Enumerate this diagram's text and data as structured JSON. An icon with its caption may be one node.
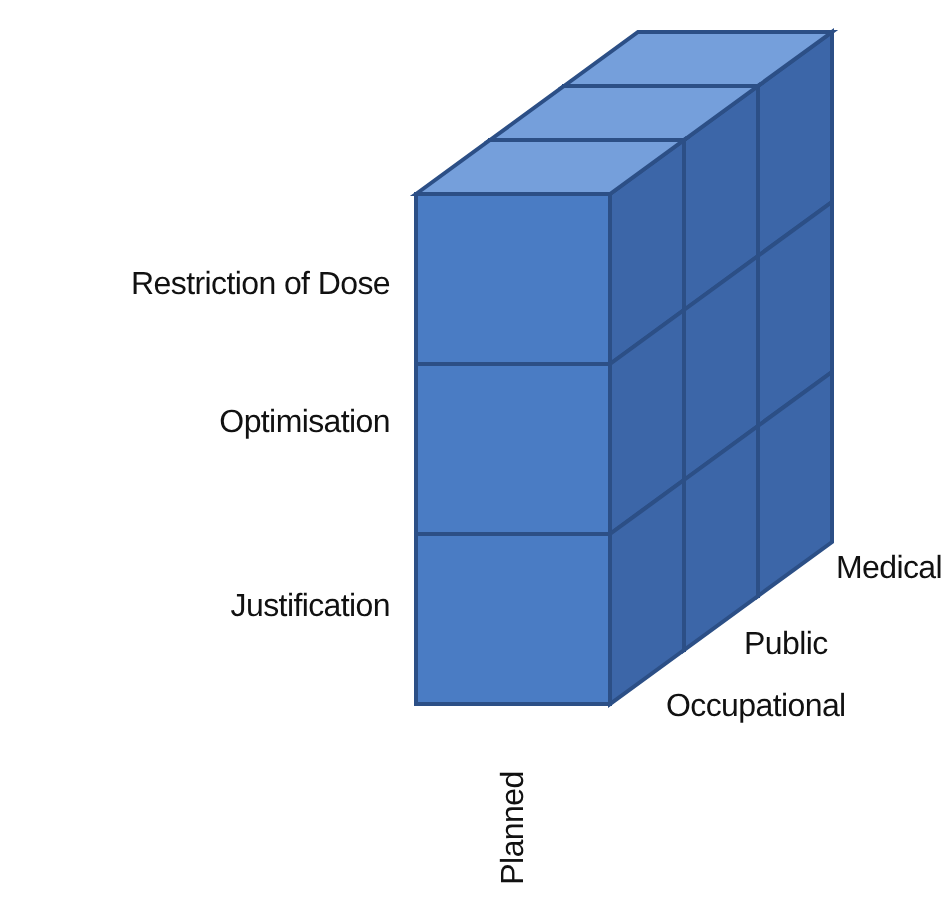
{
  "diagram": {
    "labels": [
      "Restriction of Dose",
      "Optimisation",
      "Justification",
      "Medical",
      "Public",
      "Occupational",
      "Planned"
    ]
  }
}
